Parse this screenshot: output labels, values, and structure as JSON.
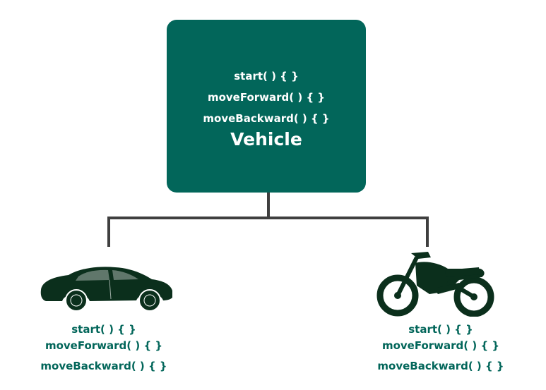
{
  "parent": {
    "methods": [
      "start( ) { }",
      "moveForward( ) { }",
      "moveBackward( ) { }"
    ],
    "title": "Vehicle"
  },
  "children": [
    {
      "icon": "car-icon",
      "methods": [
        "start( ) { }",
        "moveForward( ) { }",
        "moveBackward( ) { }"
      ]
    },
    {
      "icon": "motorcycle-icon",
      "methods": [
        "start( ) { }",
        "moveForward( ) { }",
        "moveBackward( ) { }"
      ]
    }
  ],
  "colors": {
    "box": "#02665a",
    "connector": "#3f3f3f",
    "vehicle": "#0b2f1c",
    "child_text": "#02665a"
  }
}
